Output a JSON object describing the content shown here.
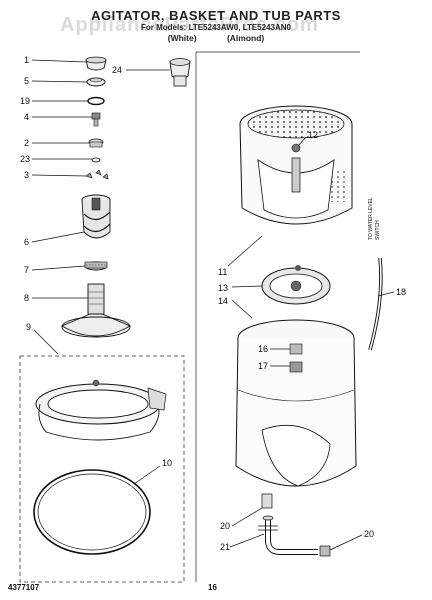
{
  "header": {
    "title": "AGITATOR, BASKET AND TUB PARTS",
    "subtitle": "For Models: LTE5243AW0, LTE5243AN0",
    "variant_white": "(White)",
    "variant_almond": "(Almond)"
  },
  "watermark": "AppliancePartsPros.com",
  "footer": {
    "doc_number": "4377107",
    "page_number": "16"
  },
  "switch_label": [
    "TO WATER LEVEL",
    "SWITCH"
  ],
  "callouts": {
    "c1": "1",
    "c5": "5",
    "c19": "19",
    "c4": "4",
    "c2": "2",
    "c23": "23",
    "c3": "3",
    "c6": "6",
    "c7": "7",
    "c8": "8",
    "c9": "9",
    "c10": "10",
    "c24": "24",
    "c12": "12",
    "c11": "11",
    "c13": "13",
    "c14": "14",
    "c16": "16",
    "c17": "17",
    "c18": "18",
    "c20a": "20",
    "c20b": "20",
    "c21": "21"
  }
}
